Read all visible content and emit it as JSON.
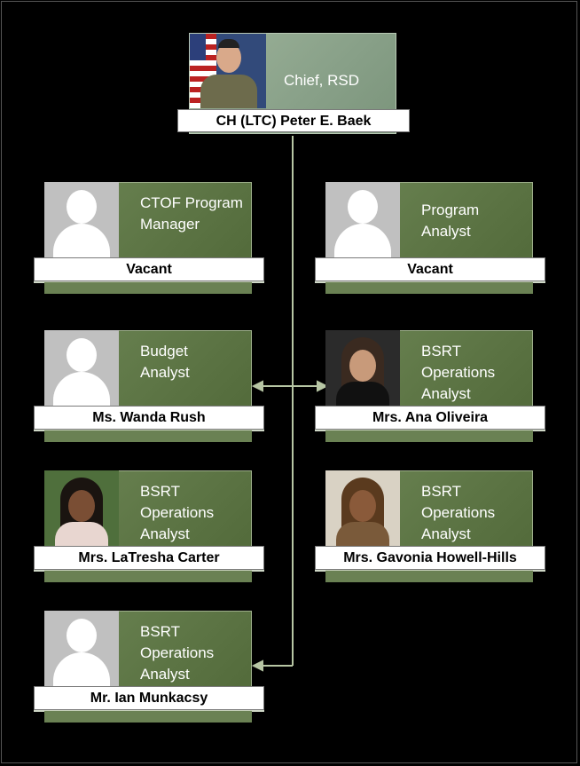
{
  "chief": {
    "title": "Chief, RSD",
    "name": "CH (LTC) Peter E. Baek"
  },
  "positions": [
    {
      "title": "CTOF Program\nManager",
      "name": "Vacant"
    },
    {
      "title": "Program\nAnalyst",
      "name": "Vacant"
    },
    {
      "title": "Budget\nAnalyst",
      "name": "Ms. Wanda Rush"
    },
    {
      "title": "BSRT\nOperations\nAnalyst",
      "name": "Mrs. Ana Oliveira"
    },
    {
      "title": "BSRT\nOperations\nAnalyst",
      "name": "Mrs. LaTresha Carter"
    },
    {
      "title": "BSRT\nOperations\nAnalyst",
      "name": "Mrs. Gavonia Howell-Hills"
    },
    {
      "title": "BSRT\nOperations\nAnalyst",
      "name": "Mr. Ian Munkacsy"
    }
  ],
  "colors": {
    "card": "#5b7343",
    "chief_card": "#88a088",
    "connector": "#b7c6a4"
  }
}
